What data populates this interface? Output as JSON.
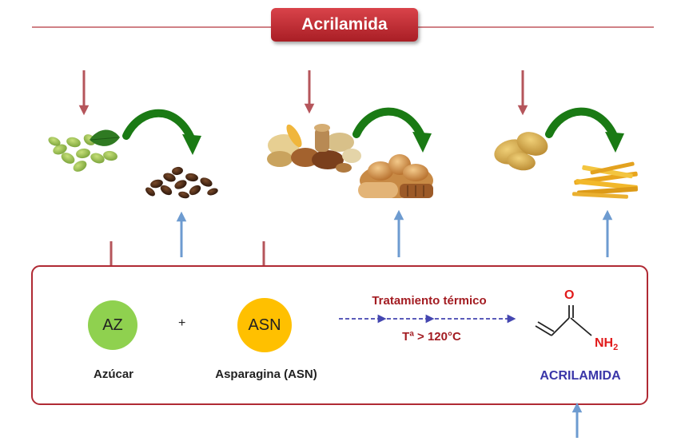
{
  "title": "Acrilamida",
  "reaction": {
    "reactant1": {
      "symbol": "AZ",
      "name": "Azúcar",
      "color": "#8fd14f"
    },
    "plus": "+",
    "reactant2": {
      "symbol": "ASN",
      "name": "Asparagina (ASN)",
      "color": "#ffc000"
    },
    "process": "Tratamiento térmico",
    "condition": "Tª > 120°C",
    "product_name": "ACRILAMIDA",
    "atom_o": "O",
    "atom_nh": "NH",
    "atom_sub": "2"
  },
  "foods": [
    {
      "raw": "green-coffee-beans",
      "processed": "roasted-coffee-beans"
    },
    {
      "raw": "cereal-grains",
      "processed": "bread-basket"
    },
    {
      "raw": "potatoes",
      "processed": "french-fries"
    }
  ],
  "colors": {
    "accent_red": "#b5363f",
    "down_arrow": "#b5555b",
    "up_arrow": "#6d9bd0",
    "curve_green": "#1a7a14",
    "process_text": "#a31c22",
    "dash_arrow": "#4446b0",
    "product_text": "#3a36a8",
    "atom_red": "#e11a1a"
  }
}
